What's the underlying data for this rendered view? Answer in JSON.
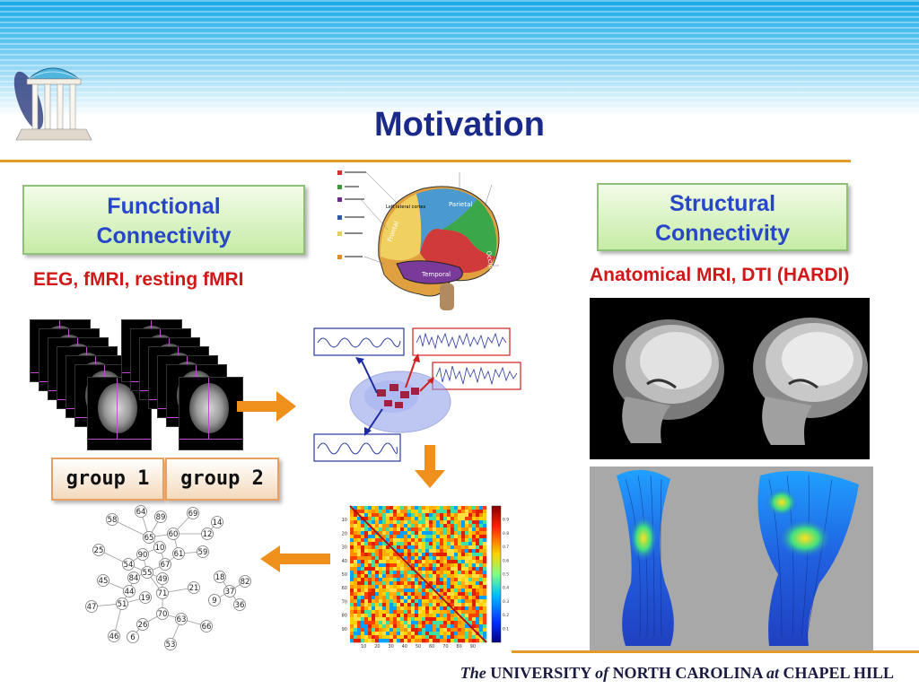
{
  "slide": {
    "title": "Motivation",
    "footer": {
      "the": "The",
      "university": "UNIVERSITY",
      "of": "of",
      "north_carolina": "NORTH CAROLINA",
      "at": "at",
      "chapel_hill": "CHAPEL HILL"
    }
  },
  "functional": {
    "heading_line1": "Functional",
    "heading_line2": "Connectivity",
    "subtitle": "EEG, fMRI, resting fMRI",
    "groups": [
      "group 1",
      "group 2"
    ]
  },
  "structural": {
    "heading_line1": "Structural",
    "heading_line2": "Connectivity",
    "subtitle": "Anatomical MRI, DTI (HARDI)"
  },
  "brain_lobe_labels": [
    "Left lateral cortex",
    "Frontal",
    "Parietal",
    "Occipital",
    "Temporal"
  ],
  "network": {
    "nodes": [
      "64",
      "89",
      "69",
      "58",
      "14",
      "65",
      "60",
      "12",
      "10",
      "25",
      "59",
      "90",
      "61",
      "67",
      "54",
      "55",
      "84",
      "49",
      "45",
      "18",
      "82",
      "44",
      "71",
      "21",
      "37",
      "47",
      "51",
      "19",
      "9",
      "36",
      "70",
      "26",
      "63",
      "66",
      "46",
      "6",
      "53"
    ]
  },
  "matrix": {
    "x_ticks": [
      "10",
      "20",
      "30",
      "40",
      "50",
      "60",
      "70",
      "80",
      "90"
    ],
    "y_ticks": [
      "10",
      "20",
      "30",
      "40",
      "50",
      "60",
      "70",
      "80",
      "90"
    ],
    "colorbar_ticks": [
      "0.9",
      "0.8",
      "0.7",
      "0.6",
      "0.5",
      "0.4",
      "0.3",
      "0.2",
      "0.1"
    ]
  },
  "colors": {
    "title": "#1a2a8a",
    "heading": "#2747c8",
    "subtitle": "#d01818",
    "arrow": "#f0901c",
    "rule": "#e39a2a"
  }
}
